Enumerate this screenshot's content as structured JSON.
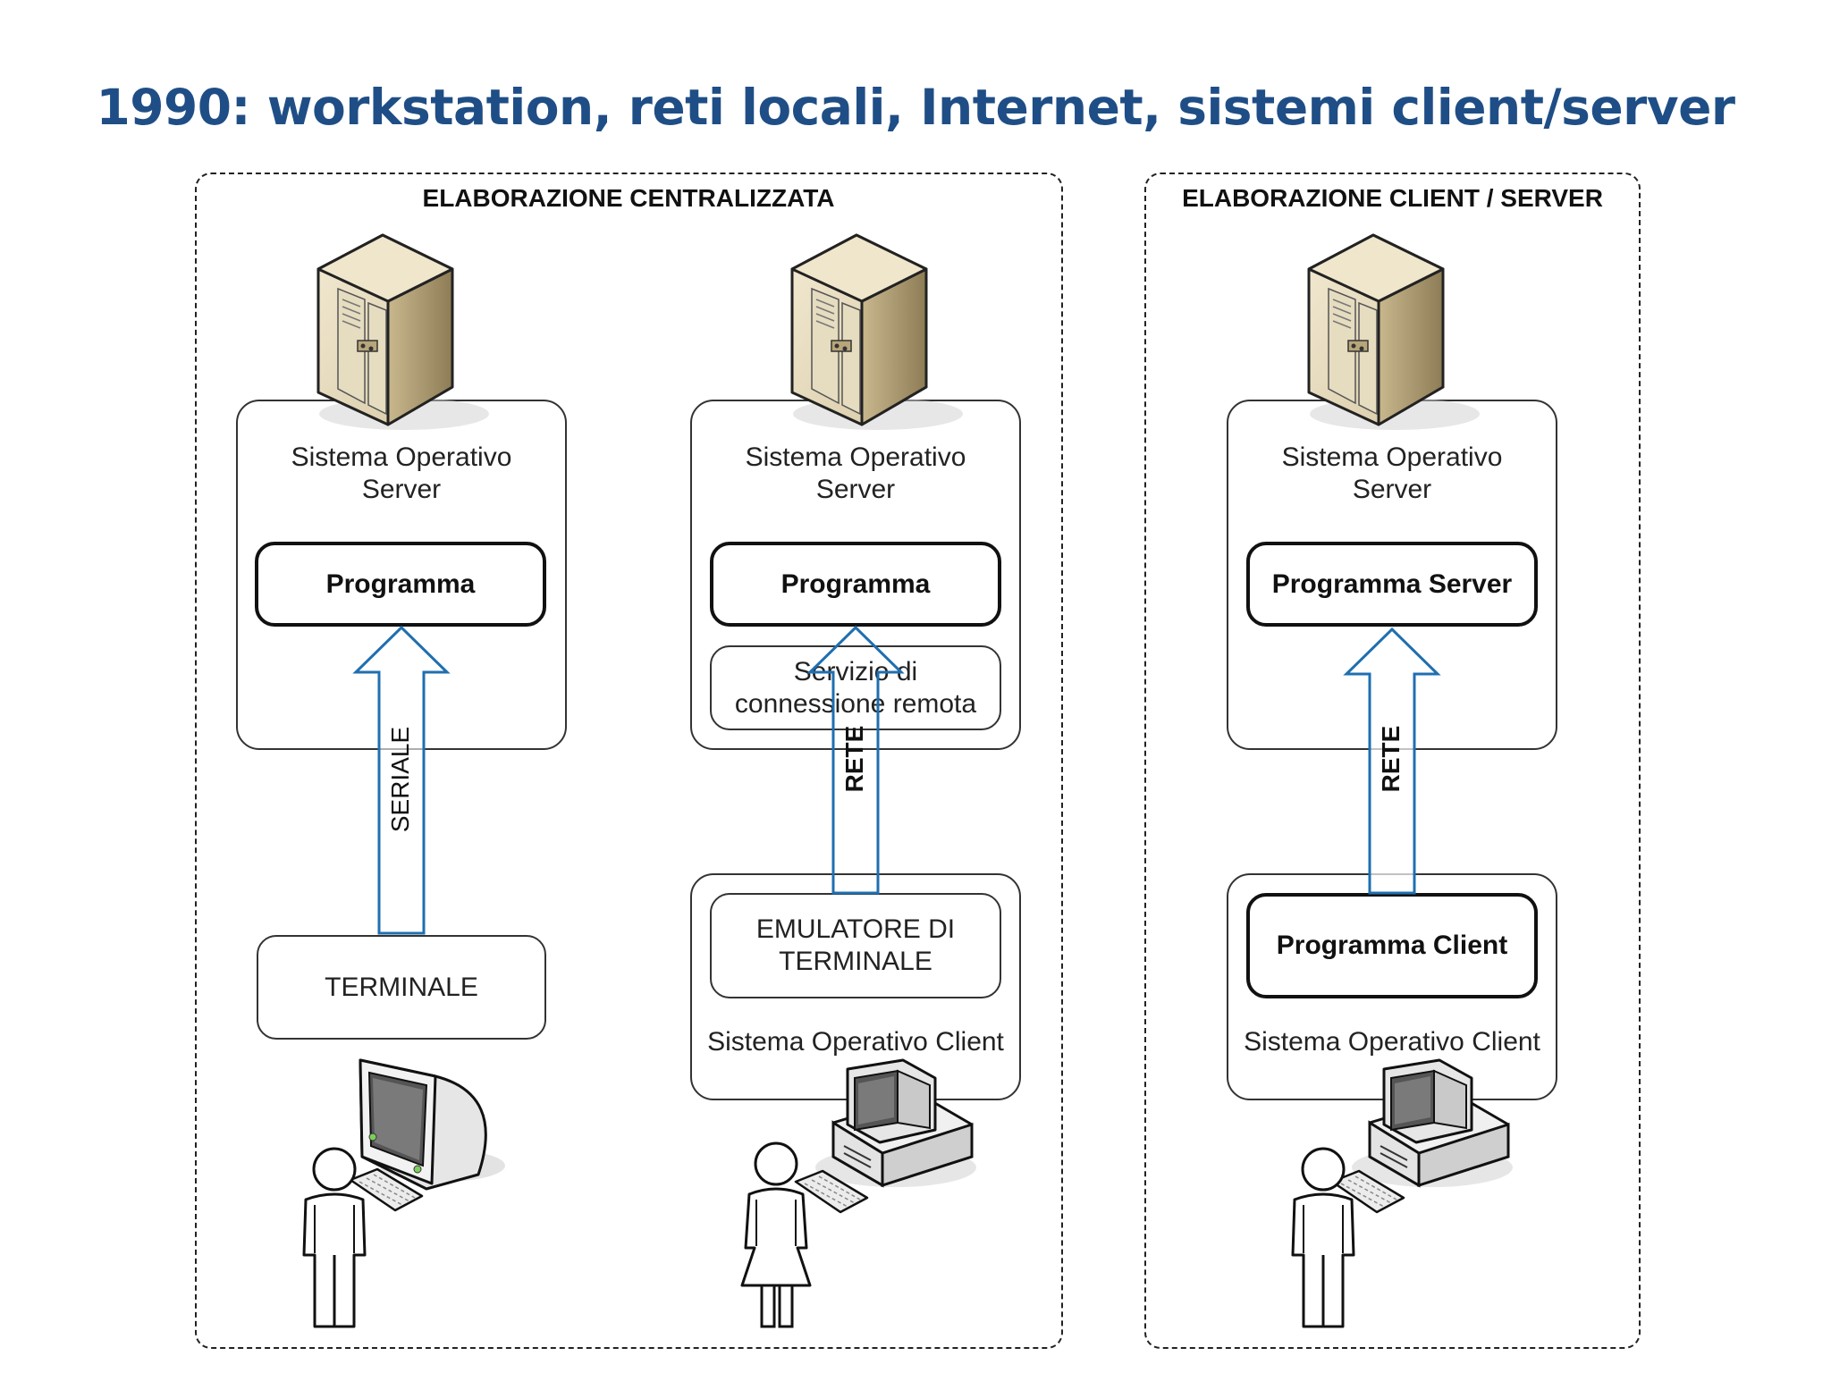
{
  "title": "1990: workstation, reti locali, Internet, sistemi client/server",
  "sections": {
    "centralized": {
      "title": "ELABORAZIONE CENTRALIZZATA"
    },
    "clientserver": {
      "title": "ELABORAZIONE CLIENT / SERVER"
    }
  },
  "col1": {
    "os_label_line1": "Sistema Operativo",
    "os_label_line2": "Server",
    "program": "Programma",
    "link": "SERIALE",
    "terminal": "TERMINALE"
  },
  "col2": {
    "os_label_line1": "Sistema Operativo",
    "os_label_line2": "Server",
    "program": "Programma",
    "service_line1": "Servizio di",
    "service_line2": "connessione remota",
    "link": "RETE",
    "emulator_line1": "EMULATORE DI",
    "emulator_line2": "TERMINALE",
    "client_os": "Sistema Operativo Client"
  },
  "col3": {
    "os_label_line1": "Sistema Operativo",
    "os_label_line2": "Server",
    "program": "Programma Server",
    "link": "RETE",
    "client_program": "Programma Client",
    "client_os": "Sistema Operativo Client"
  },
  "colors": {
    "title": "#1f4e86",
    "arrow": "#1f6fb0",
    "server": "#e8dcc0"
  },
  "icons": [
    "server-tower-icon",
    "crt-terminal-icon",
    "desktop-computer-icon",
    "person-icon"
  ]
}
